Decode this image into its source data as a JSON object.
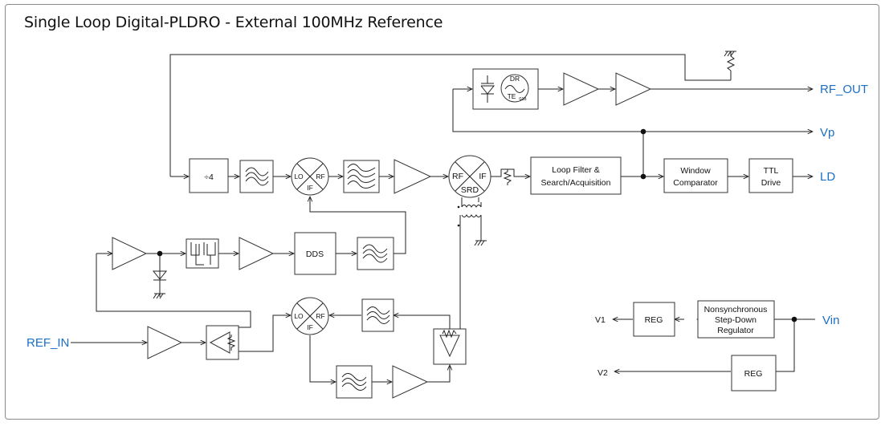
{
  "title": "Single Loop Digital-PLDRO - External 100MHz Reference",
  "ports": {
    "rf_out": "RF_OUT",
    "vp": "Vp",
    "ld": "LD",
    "ref_in": "REF_IN",
    "vin": "Vin",
    "v1": "V1",
    "v2": "V2"
  },
  "blocks": {
    "divider": "÷4",
    "loop_filter_l1": "Loop Filter &",
    "loop_filter_l2": "Search/Acquisition",
    "window_l1": "Window",
    "window_l2": "Comparator",
    "ttl_l1": "TTL",
    "ttl_l2": "Drive",
    "dds": "DDS",
    "reg1": "REG",
    "reg2": "REG",
    "nonsync_l1": "Nonsynchronous",
    "nonsync_l2": "Step-Down",
    "nonsync_l3": "Regulator"
  },
  "mixers": {
    "lo": "LO",
    "rf": "RF",
    "if": "IF",
    "srd": "SRD"
  },
  "dro": {
    "dr": "DR",
    "te": "TE",
    "te_sub": "01δ"
  },
  "colors": {
    "port_label": "#1b6fc4",
    "line": "#222222",
    "frame": "#8a8a8a"
  }
}
